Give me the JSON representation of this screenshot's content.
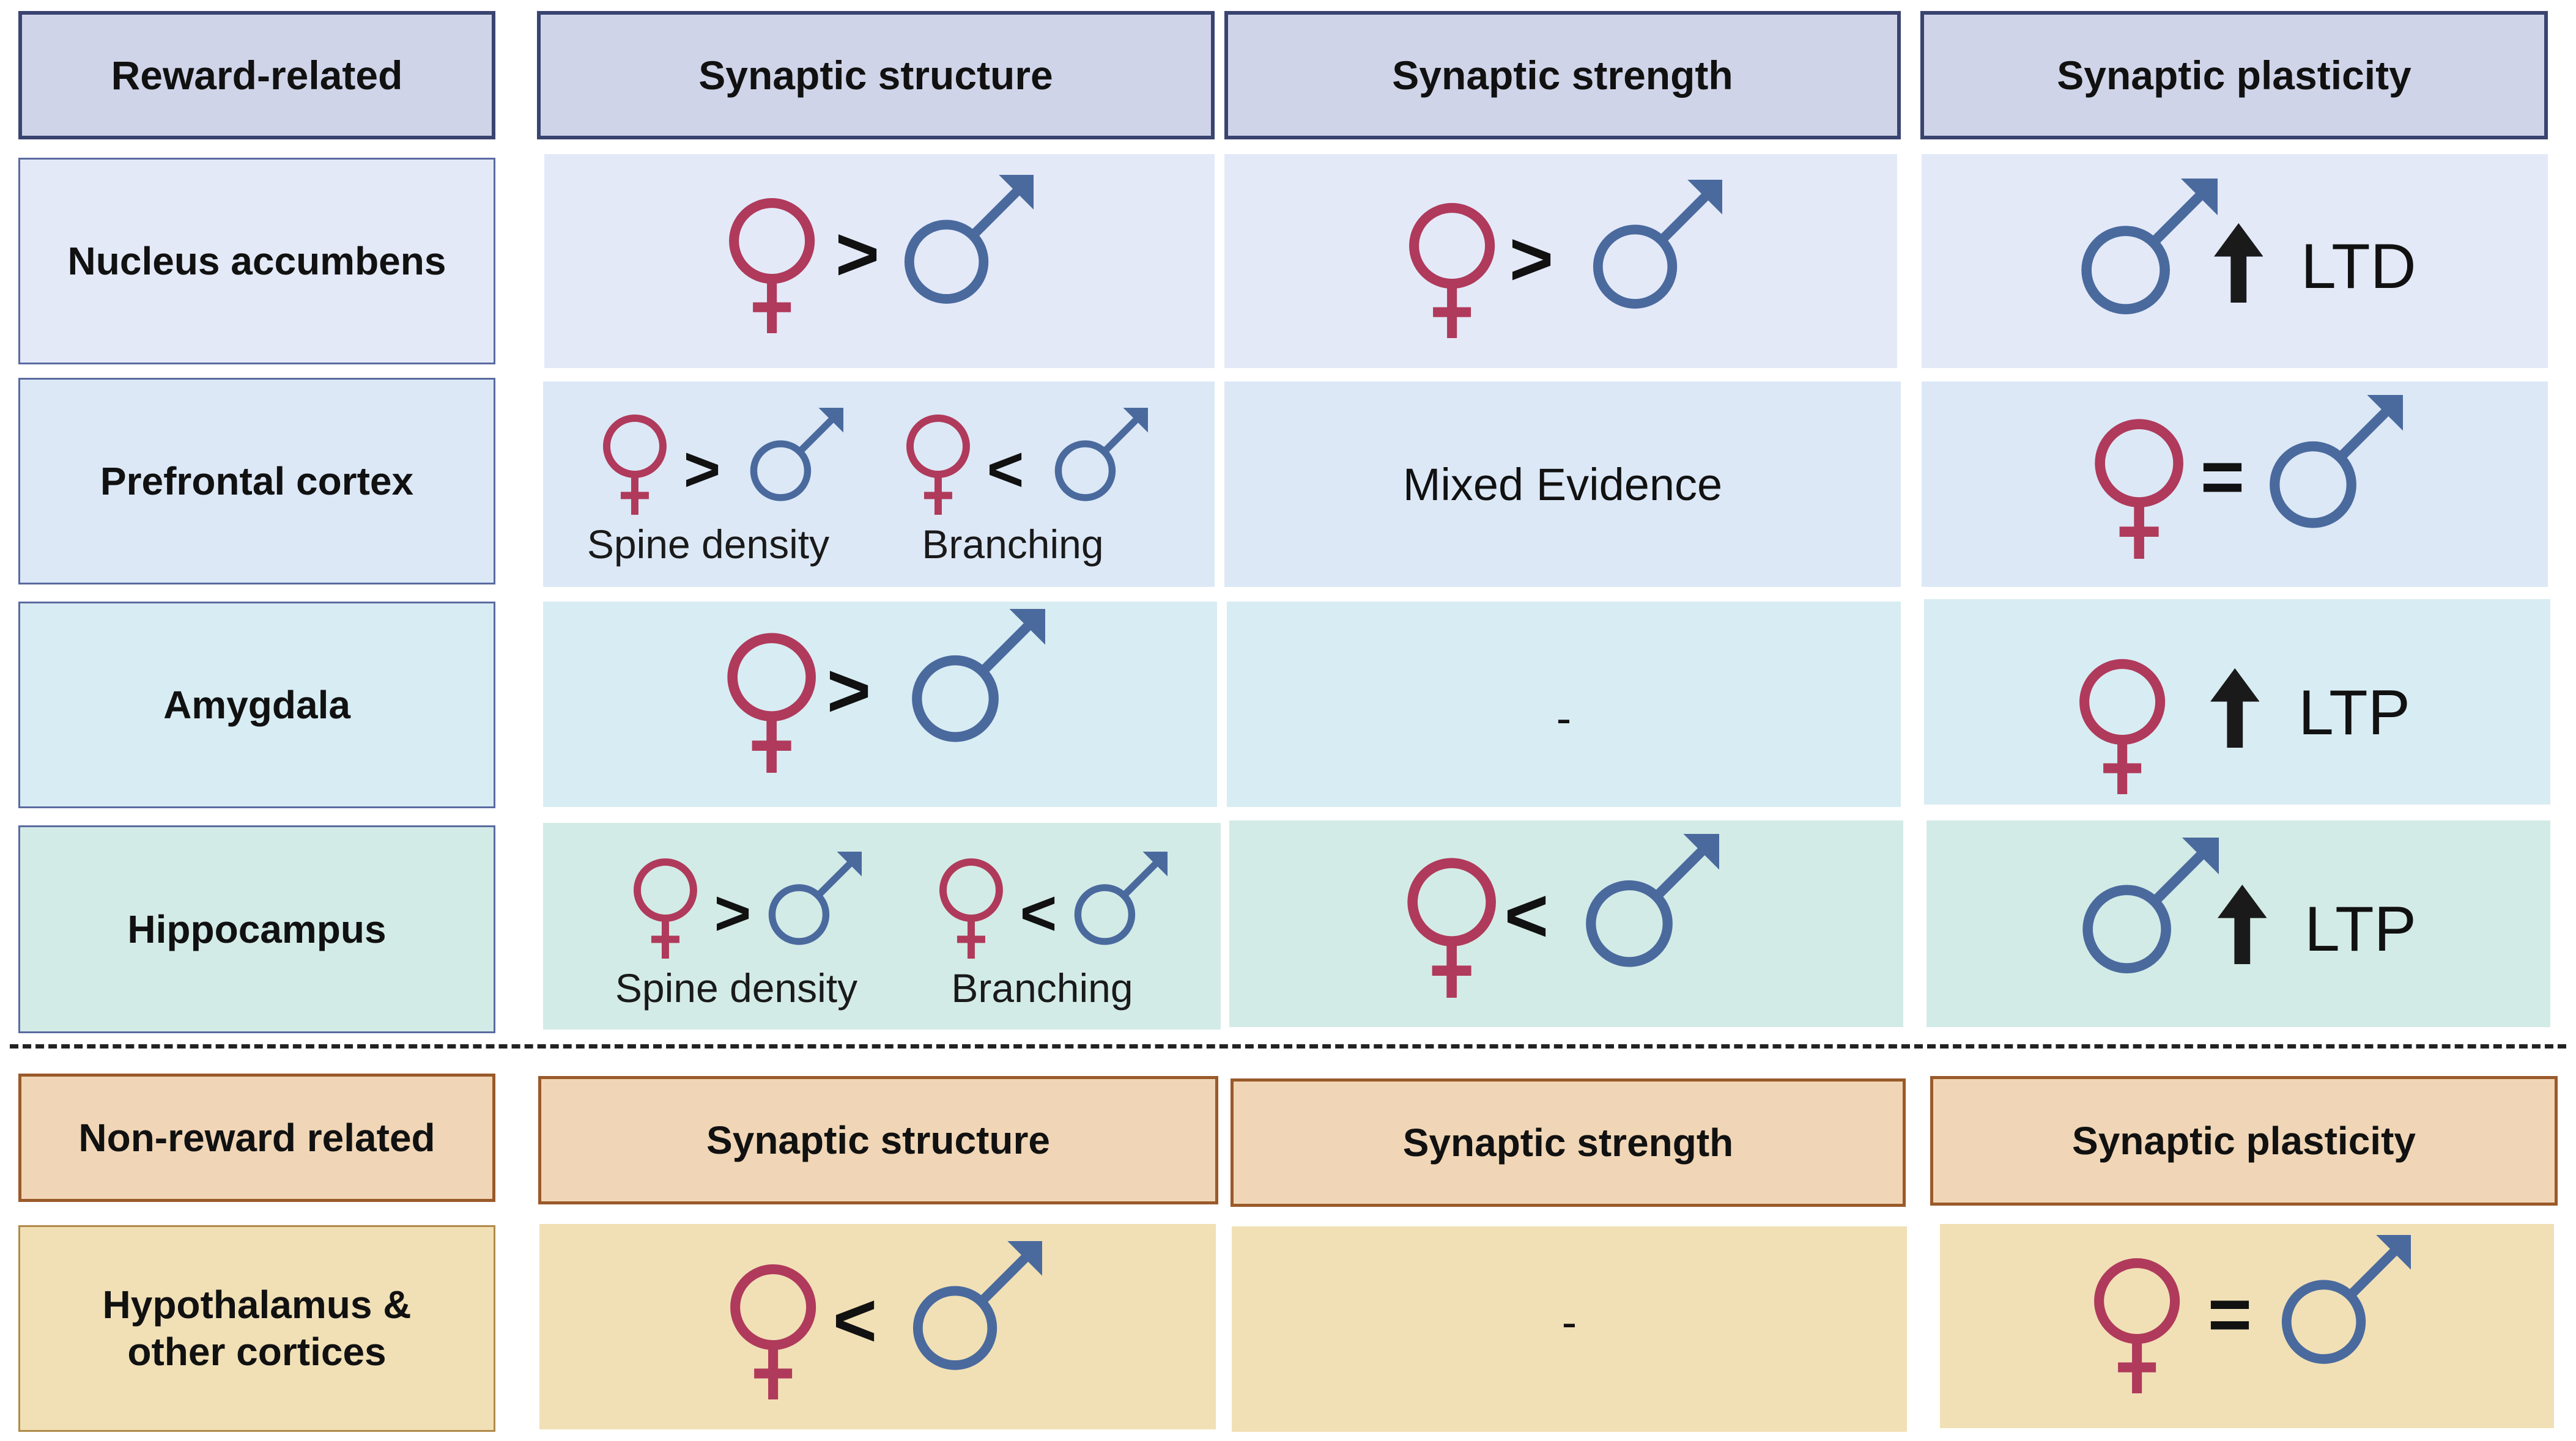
{
  "colors": {
    "female": "#b03a5b",
    "male": "#4a6a9e",
    "header_fill": "#cfd4e8",
    "row_nucleus": "#e4e9f8",
    "row_prefrontal": "#dce8f6",
    "row_amygdala": "#d8ecf3",
    "row_hippocampus": "#d3ebe6",
    "orange_header": "#f0d6b6",
    "orange_row": "#f1e0b6"
  },
  "icons": {
    "female": "female-symbol-icon",
    "male": "male-symbol-icon",
    "up": "up-arrow-icon"
  },
  "reward": {
    "header": "Reward-related",
    "columns": [
      "Synaptic structure",
      "Synaptic strength",
      "Synaptic plasticity"
    ],
    "rows": [
      {
        "region": "Nucleus accumbens",
        "structure": {
          "left": "female",
          "op": ">",
          "right": "male"
        },
        "strength": {
          "left": "female",
          "op": ">",
          "right": "male"
        },
        "plasticity": {
          "sex": "male",
          "arrow": "up",
          "label": "LTD"
        }
      },
      {
        "region": "Prefrontal cortex",
        "structure": [
          {
            "left": "female",
            "op": ">",
            "right": "male",
            "label": "Spine density"
          },
          {
            "left": "female",
            "op": "<",
            "right": "male",
            "label": "Branching"
          }
        ],
        "strength": "Mixed Evidence",
        "plasticity": {
          "left": "female",
          "op": "=",
          "right": "male"
        }
      },
      {
        "region": "Amygdala",
        "structure": {
          "left": "female",
          "op": ">",
          "right": "male"
        },
        "strength": "-",
        "plasticity": {
          "sex": "female",
          "arrow": "up",
          "label": "LTP"
        }
      },
      {
        "region": "Hippocampus",
        "structure": [
          {
            "left": "female",
            "op": ">",
            "right": "male",
            "label": "Spine density"
          },
          {
            "left": "female",
            "op": "<",
            "right": "male",
            "label": "Branching"
          }
        ],
        "strength": {
          "left": "female",
          "op": "<",
          "right": "male"
        },
        "plasticity": {
          "sex": "male",
          "arrow": "up",
          "label": "LTP"
        }
      }
    ]
  },
  "nonreward": {
    "header": "Non-reward related",
    "columns": [
      "Synaptic structure",
      "Synaptic strength",
      "Synaptic plasticity"
    ],
    "rows": [
      {
        "region": "Hypothalamus &\nother cortices",
        "structure": {
          "left": "female",
          "op": "<",
          "right": "male"
        },
        "strength": "-",
        "plasticity": {
          "left": "female",
          "op": "=",
          "right": "male"
        }
      }
    ]
  }
}
